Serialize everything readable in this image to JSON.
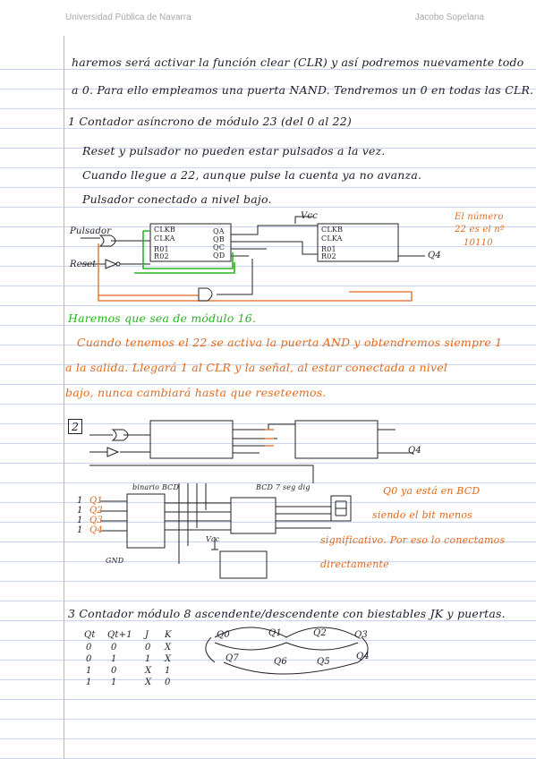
{
  "header": {
    "left": "Universidad Pública de Navarra",
    "right": "Jacobo Sopelana"
  },
  "intro": {
    "line1": "haremos será activar la función clear (CLR) y así podremos nuevamente todo",
    "line2": "a 0. Para ello empleamos una puerta NAND. Tendremos un 0 en todas las CLR."
  },
  "section1": {
    "heading": "1 Contador asíncrono de módulo 23 (del 0 al 22)",
    "lines": [
      "Reset y pulsador no pueden estar pulsados a la vez.",
      "Cuando llegue a 22, aunque pulse la cuenta ya no avanza.",
      "Pulsador conectado a nivel bajo."
    ],
    "circuit_labels": {
      "pulsador": "Pulsador",
      "reset": "Reset",
      "vcc": "Vcc",
      "q4": "Q4",
      "chip_pins": [
        "CLKB",
        "CLKA",
        "R01",
        "R02"
      ],
      "outputs": [
        "QA",
        "QB",
        "QC",
        "QD"
      ]
    },
    "note": [
      "El número",
      "22 es el nº",
      "10110"
    ],
    "green_note": "Haremos que sea de módulo 16.",
    "orange_text": [
      "Cuando tenemos el 22 se activa la puerta AND y obtendremos siempre 1",
      "a la salida. Llegará 1 al CLR y la señal, al estar conectada a nivel",
      "bajo, nunca cambiará hasta que reseteemos."
    ]
  },
  "section2": {
    "heading": "2",
    "labels": {
      "binario": "binario BCD",
      "bcd7": "BCD 7 seg dig",
      "vcc": "Vcc",
      "gnd": "GND",
      "q4": "Q4",
      "inputs": [
        "Q1",
        "Q2",
        "Q3",
        "Q4"
      ],
      "ones": [
        "1",
        "1",
        "1",
        "1"
      ]
    },
    "orange_text": [
      "Q0 ya está en BCD",
      "siendo el bit menos",
      "significativo. Por eso lo conectamos",
      "directamente"
    ]
  },
  "section3": {
    "heading": "3 Contador módulo 8 ascendente/descendente con biestables JK y puertas.",
    "table": {
      "headers": [
        "Qt",
        "Qt+1",
        "J",
        "K"
      ],
      "rows": [
        [
          "0",
          "0",
          "0",
          "X"
        ],
        [
          "0",
          "1",
          "1",
          "X"
        ],
        [
          "1",
          "0",
          "X",
          "1"
        ],
        [
          "1",
          "1",
          "X",
          "0"
        ]
      ]
    },
    "diagram_nodes": [
      "Q0",
      "Q1",
      "Q2",
      "Q3",
      "Q4",
      "Q5",
      "Q6",
      "Q7"
    ]
  }
}
